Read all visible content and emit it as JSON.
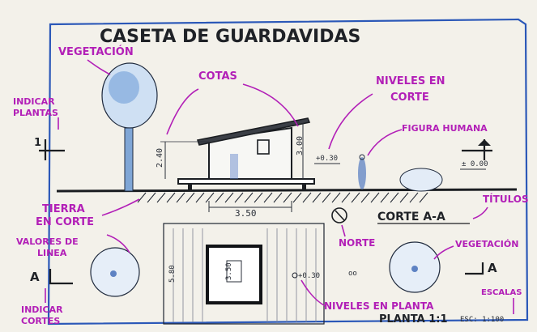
{
  "sheet": {
    "title": "CASETA DE GUARDAVIDAS"
  },
  "annotations": {
    "vegetacion_top": "VEGETACIÓN",
    "indicar_plantas": [
      "INDICAR",
      "PLANTAS"
    ],
    "cotas": "COTAS",
    "niveles_en_corte": [
      "NIVELES EN",
      "CORTE"
    ],
    "figura_humana": "FIGURA HUMANA",
    "tierra_en_corte": [
      "TIERRA",
      "EN CORTE"
    ],
    "valores_de_linea": [
      "VALORES DE",
      "LINEA"
    ],
    "indicar_cortes": [
      "INDICAR",
      "CORTES"
    ],
    "norte": "NORTE",
    "vegetacion_bottom": "VEGETACIÓN",
    "titulos": "TÍTULOS",
    "escalas": "ESCALAS",
    "niveles_en_planta": "NIVELES EN PLANTA"
  },
  "section_view": {
    "title": "CORTE A-A",
    "cut_marker": "1",
    "level_left": "+0.30",
    "level_right": "± 0.00",
    "height_left": "2.40",
    "height_right": "3.00",
    "width_bottom": "3.50"
  },
  "plan_view": {
    "title": "PLANTA 1:1",
    "scale": "ESC: 1:100",
    "cut_label_left": "A",
    "cut_label_right": "A",
    "dim_height": "5.80",
    "dim_inner": "3.50",
    "level": "+0.30"
  }
}
